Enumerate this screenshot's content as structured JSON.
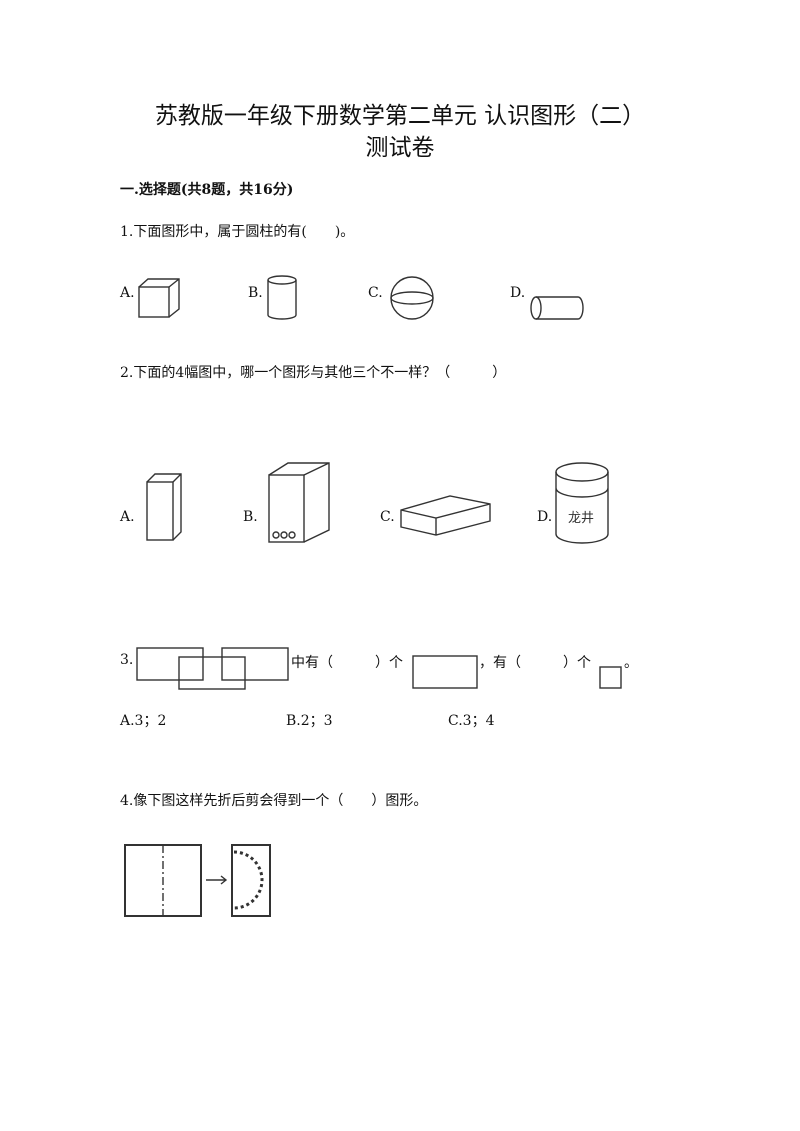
{
  "title": {
    "line1": "苏教版一年级下册数学第二单元 认识图形（二）",
    "line2": "测试卷"
  },
  "section": "一.选择题(共8题，共16分)",
  "q1": {
    "text": "1.下面图形中，属于圆柱的有(　　)。",
    "options": [
      "A.",
      "B.",
      "C.",
      "D."
    ]
  },
  "q2": {
    "text": "2.下面的4幅图中，哪一个图形与其他三个不一样？（　　　）",
    "options": [
      "A.",
      "B.",
      "C.",
      "D."
    ],
    "jar_label": "龙井"
  },
  "q3": {
    "prefix": "3.",
    "mid1": "中有（　　　）个",
    "mid2": "，有（　　　）个",
    "end": "。",
    "options": [
      "A.3；2",
      "B.2；3",
      "C.3；4"
    ]
  },
  "q4": {
    "text": "4.像下图这样先折后剪会得到一个（　　）图形。"
  }
}
